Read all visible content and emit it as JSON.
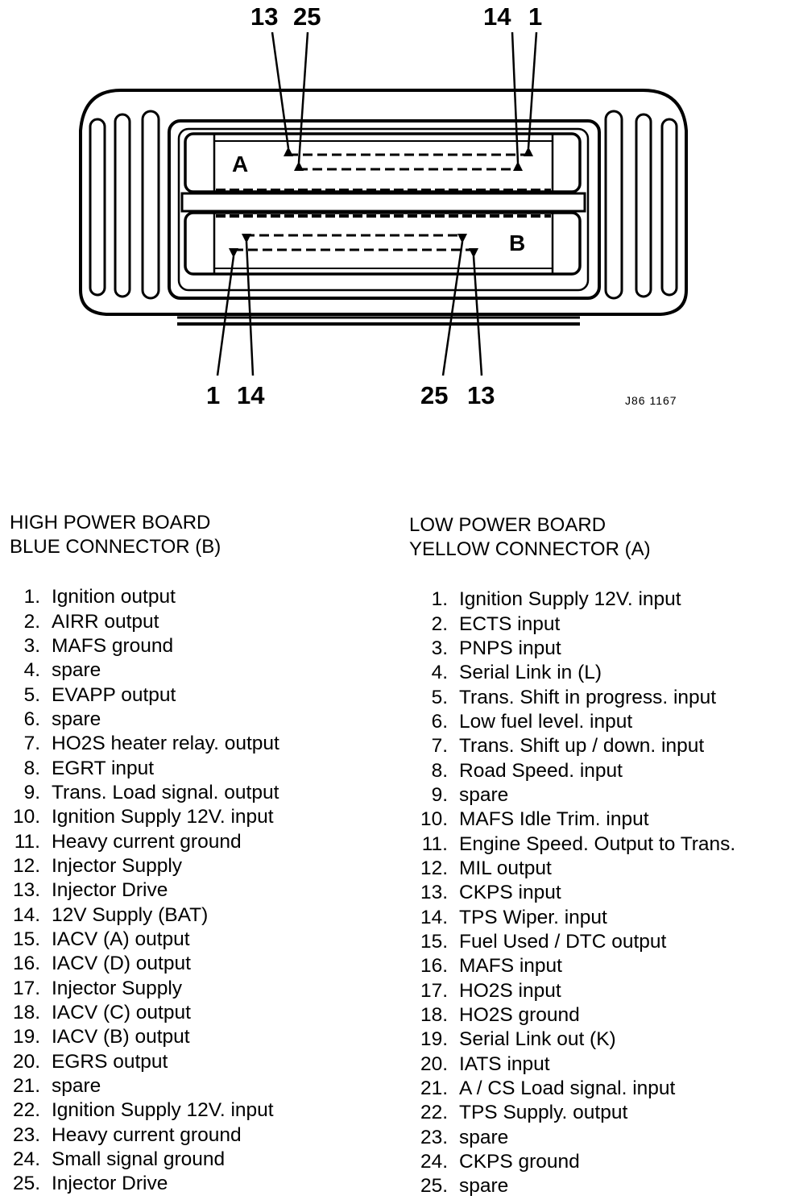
{
  "diagram": {
    "top_labels": {
      "a_left": "13",
      "a_right": "25",
      "b_left": "14",
      "b_right": "1"
    },
    "bottom_labels": {
      "c_left": "1",
      "c_right": "14",
      "d_left": "25",
      "d_right": "13"
    },
    "connector_a_letter": "A",
    "connector_b_letter": "B",
    "figure_code": "J86 1167"
  },
  "high_power": {
    "title_line1": "HIGH POWER BOARD",
    "title_line2": "BLUE CONNECTOR (B)",
    "pins": [
      {
        "num": "1.",
        "label": "Ignition output"
      },
      {
        "num": "2.",
        "label": "AIRR output"
      },
      {
        "num": "3.",
        "label": "MAFS ground"
      },
      {
        "num": "4.",
        "label": "spare"
      },
      {
        "num": "5.",
        "label": "EVAPP output"
      },
      {
        "num": "6.",
        "label": "spare"
      },
      {
        "num": "7.",
        "label": "HO2S heater relay. output"
      },
      {
        "num": "8.",
        "label": "EGRT input"
      },
      {
        "num": "9.",
        "label": "Trans. Load signal. output"
      },
      {
        "num": "10.",
        "label": "Ignition Supply 12V. input"
      },
      {
        "num": "11.",
        "label": "Heavy current ground"
      },
      {
        "num": "12.",
        "label": "Injector Supply"
      },
      {
        "num": "13.",
        "label": "Injector Drive"
      },
      {
        "num": "14.",
        "label": "12V Supply (BAT)"
      },
      {
        "num": "15.",
        "label": "IACV (A) output"
      },
      {
        "num": "16.",
        "label": "IACV (D) output"
      },
      {
        "num": "17.",
        "label": "Injector Supply"
      },
      {
        "num": "18.",
        "label": "IACV (C) output"
      },
      {
        "num": "19.",
        "label": "IACV (B) output"
      },
      {
        "num": "20.",
        "label": "EGRS output"
      },
      {
        "num": "21.",
        "label": "spare"
      },
      {
        "num": "22.",
        "label": "Ignition Supply 12V. input"
      },
      {
        "num": "23.",
        "label": "Heavy current ground"
      },
      {
        "num": "24.",
        "label": "Small signal ground"
      },
      {
        "num": "25.",
        "label": "Injector Drive"
      }
    ]
  },
  "low_power": {
    "title_line1": "LOW POWER BOARD",
    "title_line2": "YELLOW CONNECTOR (A)",
    "pins": [
      {
        "num": "1.",
        "label": "Ignition Supply 12V. input"
      },
      {
        "num": "2.",
        "label": "ECTS input"
      },
      {
        "num": "3.",
        "label": "PNPS input"
      },
      {
        "num": "4.",
        "label": "Serial Link in (L)"
      },
      {
        "num": "5.",
        "label": "Trans. Shift in progress. input"
      },
      {
        "num": "6.",
        "label": "Low fuel level. input"
      },
      {
        "num": "7.",
        "label": "Trans. Shift up / down. input"
      },
      {
        "num": "8.",
        "label": "Road Speed. input"
      },
      {
        "num": "9.",
        "label": "spare"
      },
      {
        "num": "10.",
        "label": "MAFS Idle Trim. input"
      },
      {
        "num": "11.",
        "label": "Engine Speed. Output to Trans."
      },
      {
        "num": "12.",
        "label": "MIL output"
      },
      {
        "num": "13.",
        "label": "CKPS input"
      },
      {
        "num": "14.",
        "label": "TPS Wiper. input"
      },
      {
        "num": "15.",
        "label": "Fuel Used / DTC output"
      },
      {
        "num": "16.",
        "label": "MAFS input"
      },
      {
        "num": "17.",
        "label": "HO2S input"
      },
      {
        "num": "18.",
        "label": "HO2S ground"
      },
      {
        "num": "19.",
        "label": "Serial Link out (K)"
      },
      {
        "num": "20.",
        "label": "IATS input"
      },
      {
        "num": "21.",
        "label": "A / CS Load signal. input"
      },
      {
        "num": "22.",
        "label": "TPS Supply. output"
      },
      {
        "num": "23.",
        "label": "spare"
      },
      {
        "num": "24.",
        "label": "CKPS ground"
      },
      {
        "num": "25.",
        "label": "spare"
      }
    ]
  }
}
